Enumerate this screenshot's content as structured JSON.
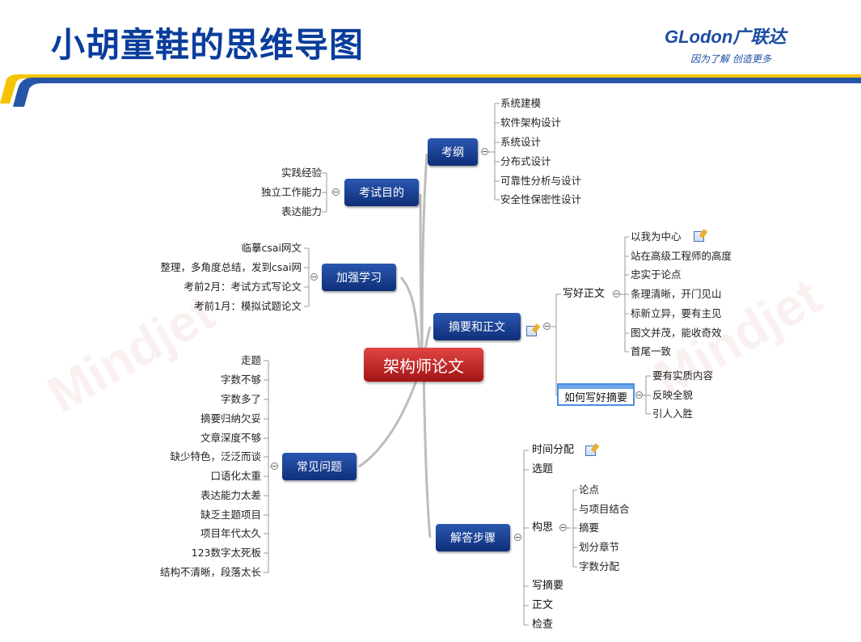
{
  "header": {
    "title": "小胡童鞋的思维导图",
    "logo_text": "GLodon广联达",
    "logo_slogan": "因为了解 创造更多",
    "banner_colors": [
      "#f5c400",
      "#1b4da3"
    ]
  },
  "watermark": {
    "text": "Mindjet"
  },
  "map": {
    "central": "架构师论文",
    "kaogang": {
      "label": "考纲",
      "items": [
        "系统建模",
        "软件架构设计",
        "系统设计",
        "分布式设计",
        "可靠性分析与设计",
        "安全性保密性设计"
      ]
    },
    "kaoshimudi": {
      "label": "考试目的",
      "items": [
        "实践经验",
        "独立工作能力",
        "表达能力"
      ]
    },
    "jiaqiang": {
      "label": "加强学习",
      "items": [
        "临摹csai网文",
        "整理，多角度总结，发到csai网",
        "考前2月：考试方式写论文",
        "考前1月：模拟试题论文"
      ]
    },
    "zhaiyao": {
      "label": "摘要和正文",
      "xiehao": {
        "label": "写好正文",
        "items": [
          "以我为中心",
          "站在高级工程师的高度",
          "忠实于论点",
          "条理清晰，开门见山",
          "标新立异，要有主见",
          "图文并茂，能收奇效",
          "首尾一致"
        ]
      },
      "ruhe": {
        "label": "如何写好摘要",
        "items": [
          "要有实质内容",
          "反映全貌",
          "引人入胜"
        ]
      }
    },
    "changjian": {
      "label": "常见问题",
      "items": [
        "走题",
        "字数不够",
        "字数多了",
        "摘要归纳欠妥",
        "文章深度不够",
        "缺少特色，泛泛而谈",
        "口语化太重",
        "表达能力太差",
        "缺乏主题项目",
        "项目年代太久",
        "123数字太死板",
        "结构不清晰，段落太长"
      ]
    },
    "jieda": {
      "label": "解答步骤",
      "time": "时间分配",
      "xuanti": "选题",
      "gousi": {
        "label": "构思",
        "items": [
          "论点",
          "与项目结合",
          "摘要",
          "划分章节",
          "字数分配"
        ]
      },
      "xiezhaiyao": "写摘要",
      "zhengwen": "正文",
      "jiancha": "检查"
    }
  }
}
